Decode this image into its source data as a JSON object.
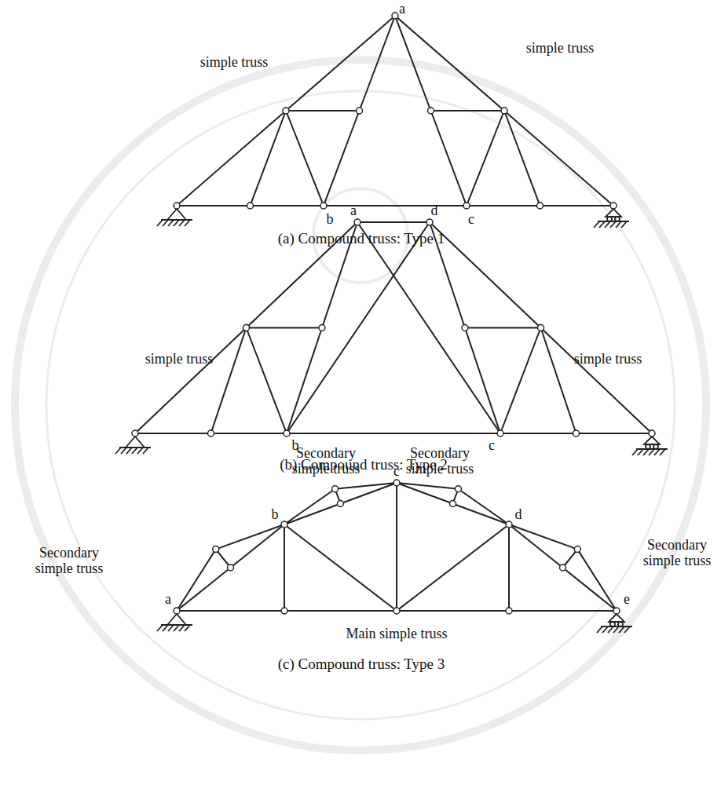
{
  "diagram": {
    "labels": [
      "a",
      "simple truss",
      "simple truss",
      "b",
      "c",
      "(a) Compound truss: Type 1",
      "a",
      "d",
      "simple truss",
      "simple truss",
      "b",
      "c",
      "(b) Compound truss: Type 2",
      "Secondary simple truss",
      "Secondary simple truss",
      "Secondary simple truss",
      "Secondary simple truss",
      "b",
      "c",
      "d",
      "a",
      "e",
      "Main simple truss",
      "(c) Compound truss: Type 3"
    ]
  }
}
